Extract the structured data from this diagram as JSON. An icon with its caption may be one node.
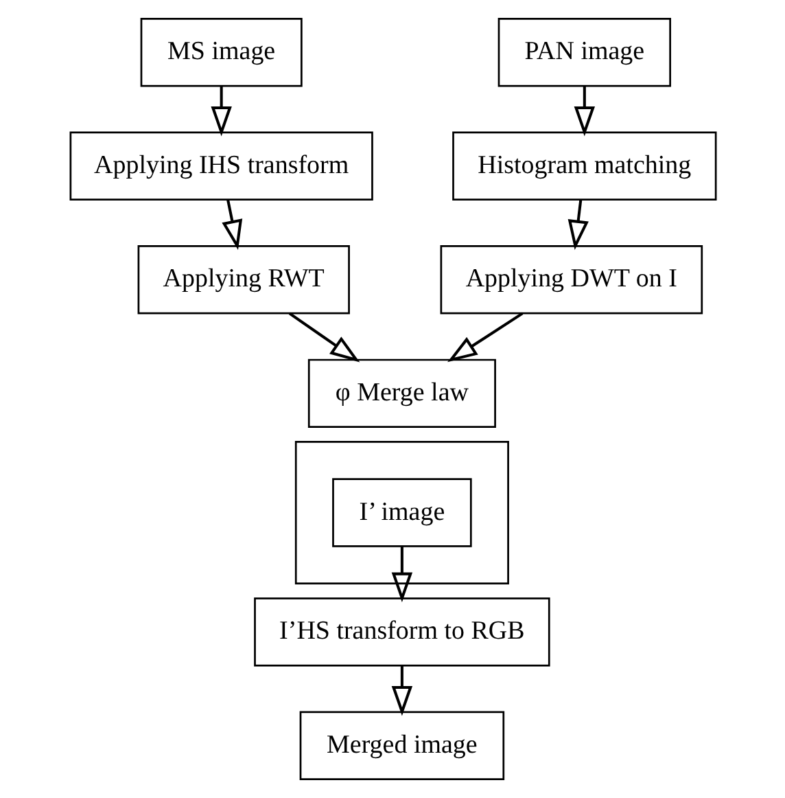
{
  "diagram": {
    "nodes": [
      {
        "text": [
          "MS image"
        ]
      },
      {
        "text": [
          "Applying IHS transform"
        ]
      },
      {
        "text": [
          "Applying RWT"
        ]
      },
      {
        "text": [
          "PAN image"
        ]
      },
      {
        "text": [
          "Histogram matching"
        ]
      },
      {
        "text": [
          "Applying DWT on I"
        ]
      },
      {
        "text": [
          "φ Merge law"
        ]
      },
      {
        "text": [],
        "shape": "box"
      },
      {
        "text": [
          "I’ image"
        ],
        "in": 7
      },
      {
        "text": [
          "I’HS transform to RGB"
        ]
      },
      {
        "text": [
          "Merged image"
        ]
      }
    ],
    "edges": [
      {
        "from": 0,
        "to": 1,
        "arrow": "to"
      },
      {
        "from": 1,
        "to": 2,
        "arrow": "to"
      },
      {
        "from": 3,
        "to": 4,
        "arrow": "to"
      },
      {
        "from": 4,
        "to": 5,
        "arrow": "to"
      },
      {
        "from": 2,
        "to": 6,
        "arrow": "to"
      },
      {
        "from": 5,
        "to": 6,
        "arrow": "to"
      },
      {
        "from": 8,
        "to": 9,
        "arrow": "to"
      },
      {
        "from": 9,
        "to": 10,
        "arrow": "to"
      }
    ]
  }
}
